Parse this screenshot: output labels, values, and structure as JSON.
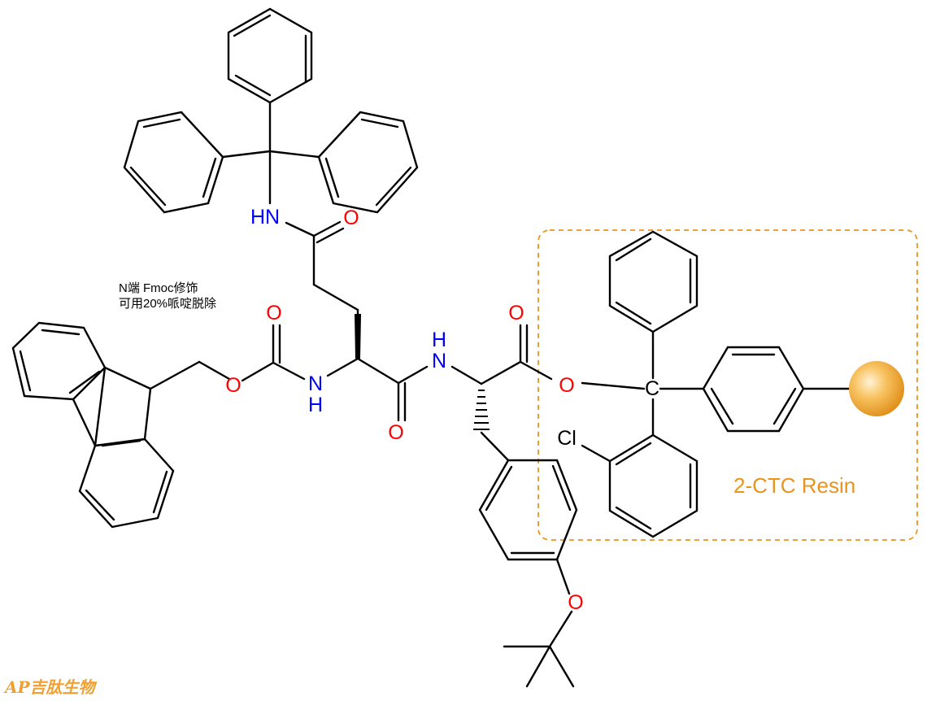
{
  "annotation": {
    "line1": "N端 Fmoc修饰",
    "line2": "可用20%哌啶脱除"
  },
  "resin": {
    "label": "2-CTC Resin",
    "color": "#E8941E"
  },
  "atoms": {
    "nh_side": "HN",
    "o_side": "O",
    "o_carbamate_top": "O",
    "o_carbamate_ester": "O",
    "n_glu": "N",
    "h_glu": "H",
    "o_amide": "O",
    "nh_tyr_h": "H",
    "nh_tyr_n": "N",
    "o_ester_top": "O",
    "o_ester_link": "O",
    "c_trityl": "C",
    "cl": "Cl",
    "o_tbu": "O"
  },
  "colors": {
    "nitrogen": "#0000FF",
    "oxygen": "#FF0000",
    "carbon": "#000000"
  },
  "watermark": {
    "text": "AP吉肽生物"
  }
}
